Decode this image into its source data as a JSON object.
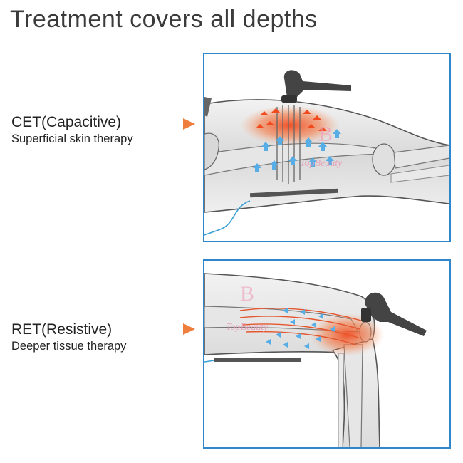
{
  "title": "Treatment covers all depths",
  "modes": [
    {
      "name": "CET(Capacitive)",
      "description": "Superficial skin therapy"
    },
    {
      "name": "RET(Resistive)",
      "description": "Deeper tissue therapy"
    }
  ],
  "watermark": {
    "text": "TopBeauty",
    "logo_letter": "B"
  },
  "colors": {
    "accent": "#ef7e3c",
    "panel_border": "#2f86c8",
    "heat": "#f04a1e",
    "wave": "#57aee6"
  }
}
